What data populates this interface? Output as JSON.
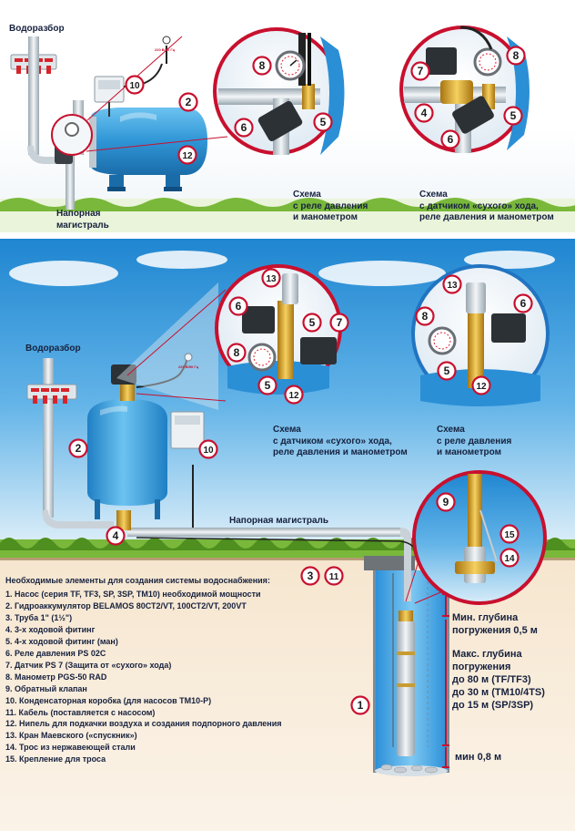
{
  "top": {
    "water_intake": "Водоразбор",
    "pressure_line": [
      "Напорная",
      "магистраль"
    ],
    "scheme_relay": [
      "Схема",
      "с реле давления",
      "и манометром"
    ],
    "scheme_dry": [
      "Схема",
      "с датчиком «сухого» хода,",
      "реле давления и манометром"
    ],
    "power_label": "220 В/50 Гц"
  },
  "bottom": {
    "water_intake": "Водоразбор",
    "pressure_line": "Напорная магистраль",
    "scheme_dry": [
      "Схема",
      "с датчиком «сухого» хода,",
      "реле давления и манометром"
    ],
    "scheme_relay": [
      "Схема",
      "с реле давления",
      "и манометром"
    ],
    "power_label": "220 В/50 Гц",
    "min_depth": [
      "Мин. глубина",
      "погружения 0,5 м"
    ],
    "max_depth": [
      "Макс. глубина",
      "погружения",
      "до 80 м (TF/TF3)",
      "до 30 м (TM10/4TS)",
      "до 15 м (SP/3SP)"
    ],
    "bottom_gap": "мин 0,8 м"
  },
  "legend": {
    "title": "Необходимые элементы для создания системы водоснабжения:",
    "items": [
      "1. Насос (серия TF, TF3, SP, 3SP, TM10) необходимой мощности",
      "2. Гидроаккумулятор BELAMOS  80СТ2/VT, 100СТ2/VT, 200VT",
      "3. Труба 1\" (1½\")",
      "4. 3-х ходовой фитинг",
      "5. 4-х ходовой фитинг (ман)",
      "6. Реле давления PS 02C",
      "7. Датчик PS 7 (Защита от «сухого» хода)",
      "8. Манометр PGS-50 RAD",
      "9. Обратный клапан",
      "10. Конденсаторная коробка (для насосов TM10-P)",
      "11. Кабель (поставляется с насосом)",
      "12. Нипель для подкачки воздуха и создания подпорного давления",
      "13. Кран Маевского («спускник»)",
      "14. Трос из нержавеющей стали",
      "15. Крепление для троса"
    ]
  },
  "markers": {
    "top_main": [
      "10",
      "2",
      "12"
    ],
    "top_circle_1": [
      "8",
      "6",
      "5"
    ],
    "top_circle_2": [
      "7",
      "8",
      "4",
      "5",
      "6"
    ],
    "bottom_main": [
      "2",
      "10",
      "4",
      "3",
      "11",
      "1"
    ],
    "bottom_circle_1": [
      "13",
      "6",
      "5",
      "7",
      "8",
      "5",
      "12"
    ],
    "bottom_circle_2": [
      "13",
      "6",
      "8",
      "5",
      "12"
    ],
    "bottom_circle_3": [
      "9",
      "15",
      "14"
    ]
  },
  "colors": {
    "marker_red": "#c8102e",
    "tank_blue": "#3aa0dc",
    "sky_blue": "#2b8fd6",
    "grass_green": "#6aaa2a",
    "brass": "#d8a520"
  }
}
